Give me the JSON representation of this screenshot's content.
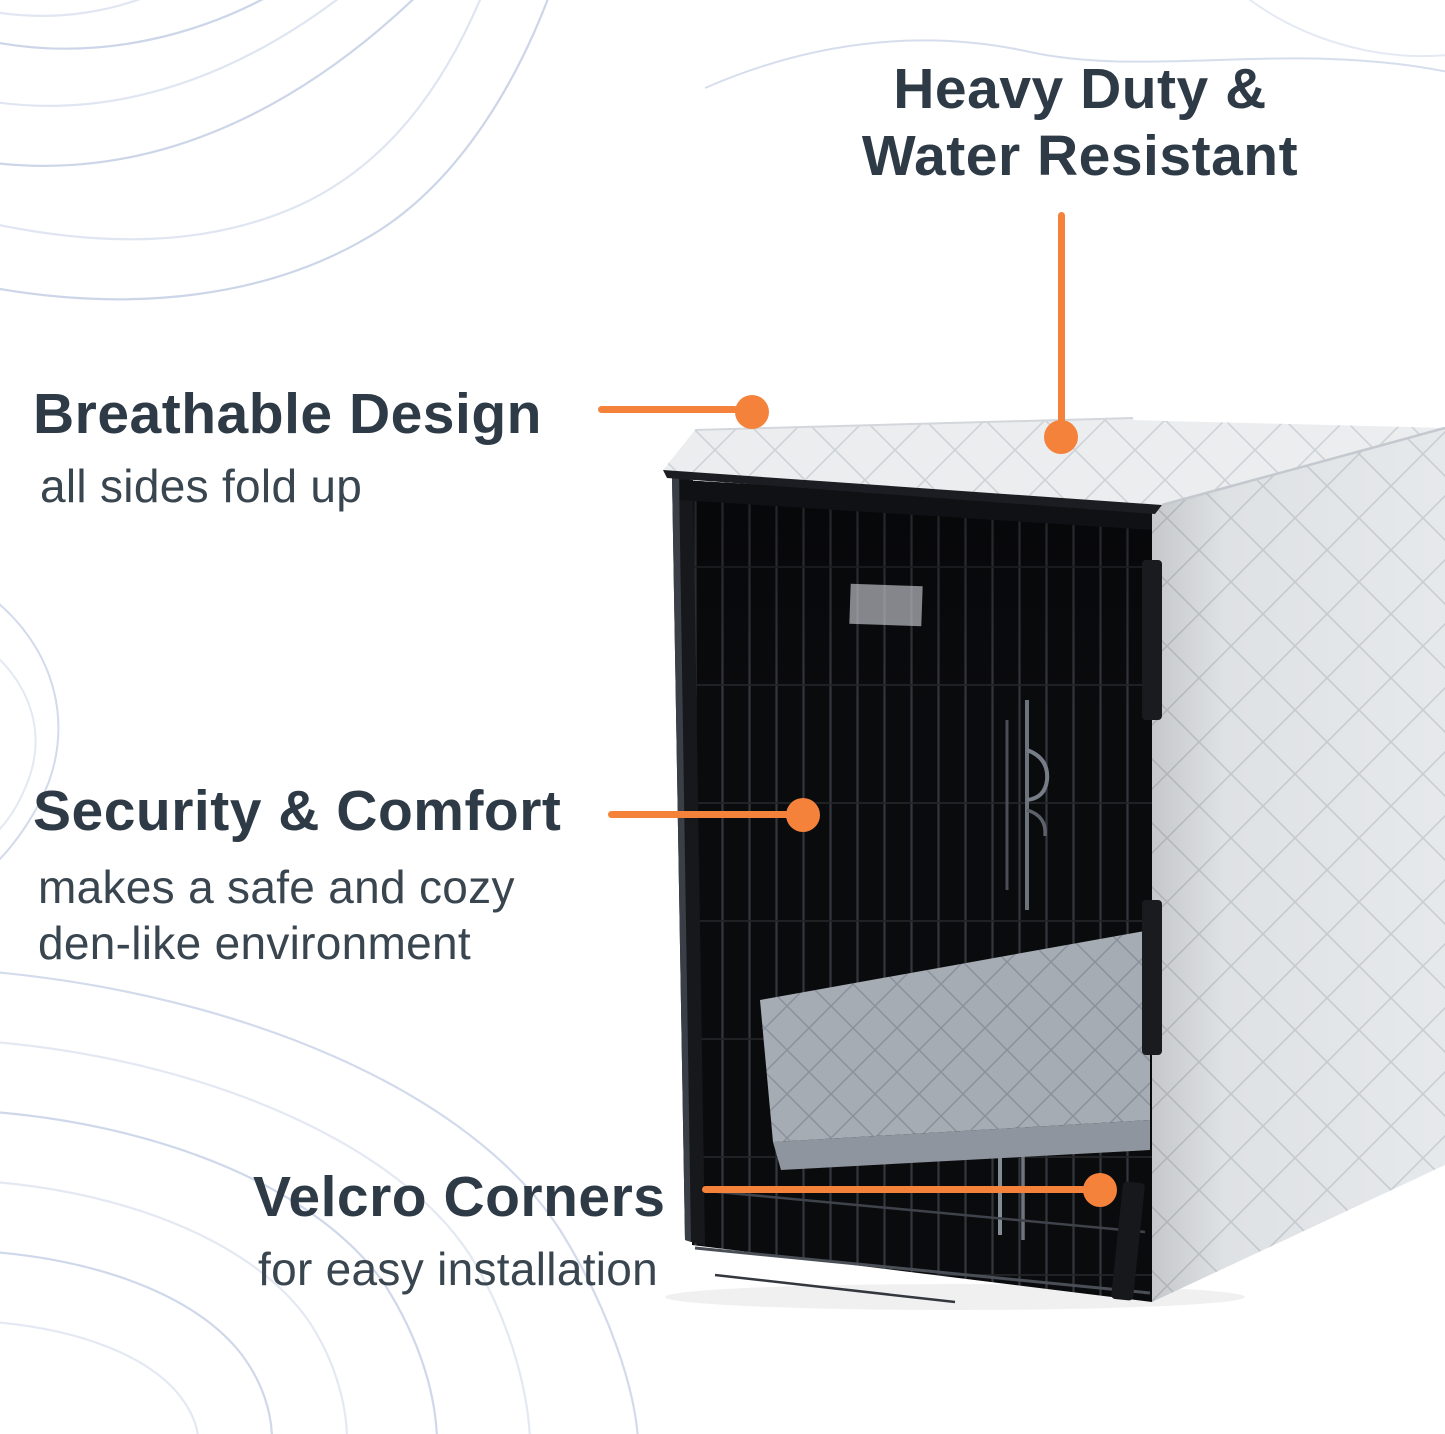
{
  "colors": {
    "accent": "#F5823B",
    "heading": "#2E3B46",
    "body": "#39454F",
    "wave": "#C7D1E6"
  },
  "callouts": {
    "heavy_duty": {
      "title_line1": "Heavy Duty &",
      "title_line2": "Water Resistant"
    },
    "breathable": {
      "title": "Breathable Design",
      "subtitle": "all sides fold up"
    },
    "security": {
      "title": "Security & Comfort",
      "subtitle_line1": "makes a safe and cozy",
      "subtitle_line2": "den-like environment"
    },
    "velcro": {
      "title": "Velcro Corners",
      "subtitle": "for easy installation"
    }
  }
}
